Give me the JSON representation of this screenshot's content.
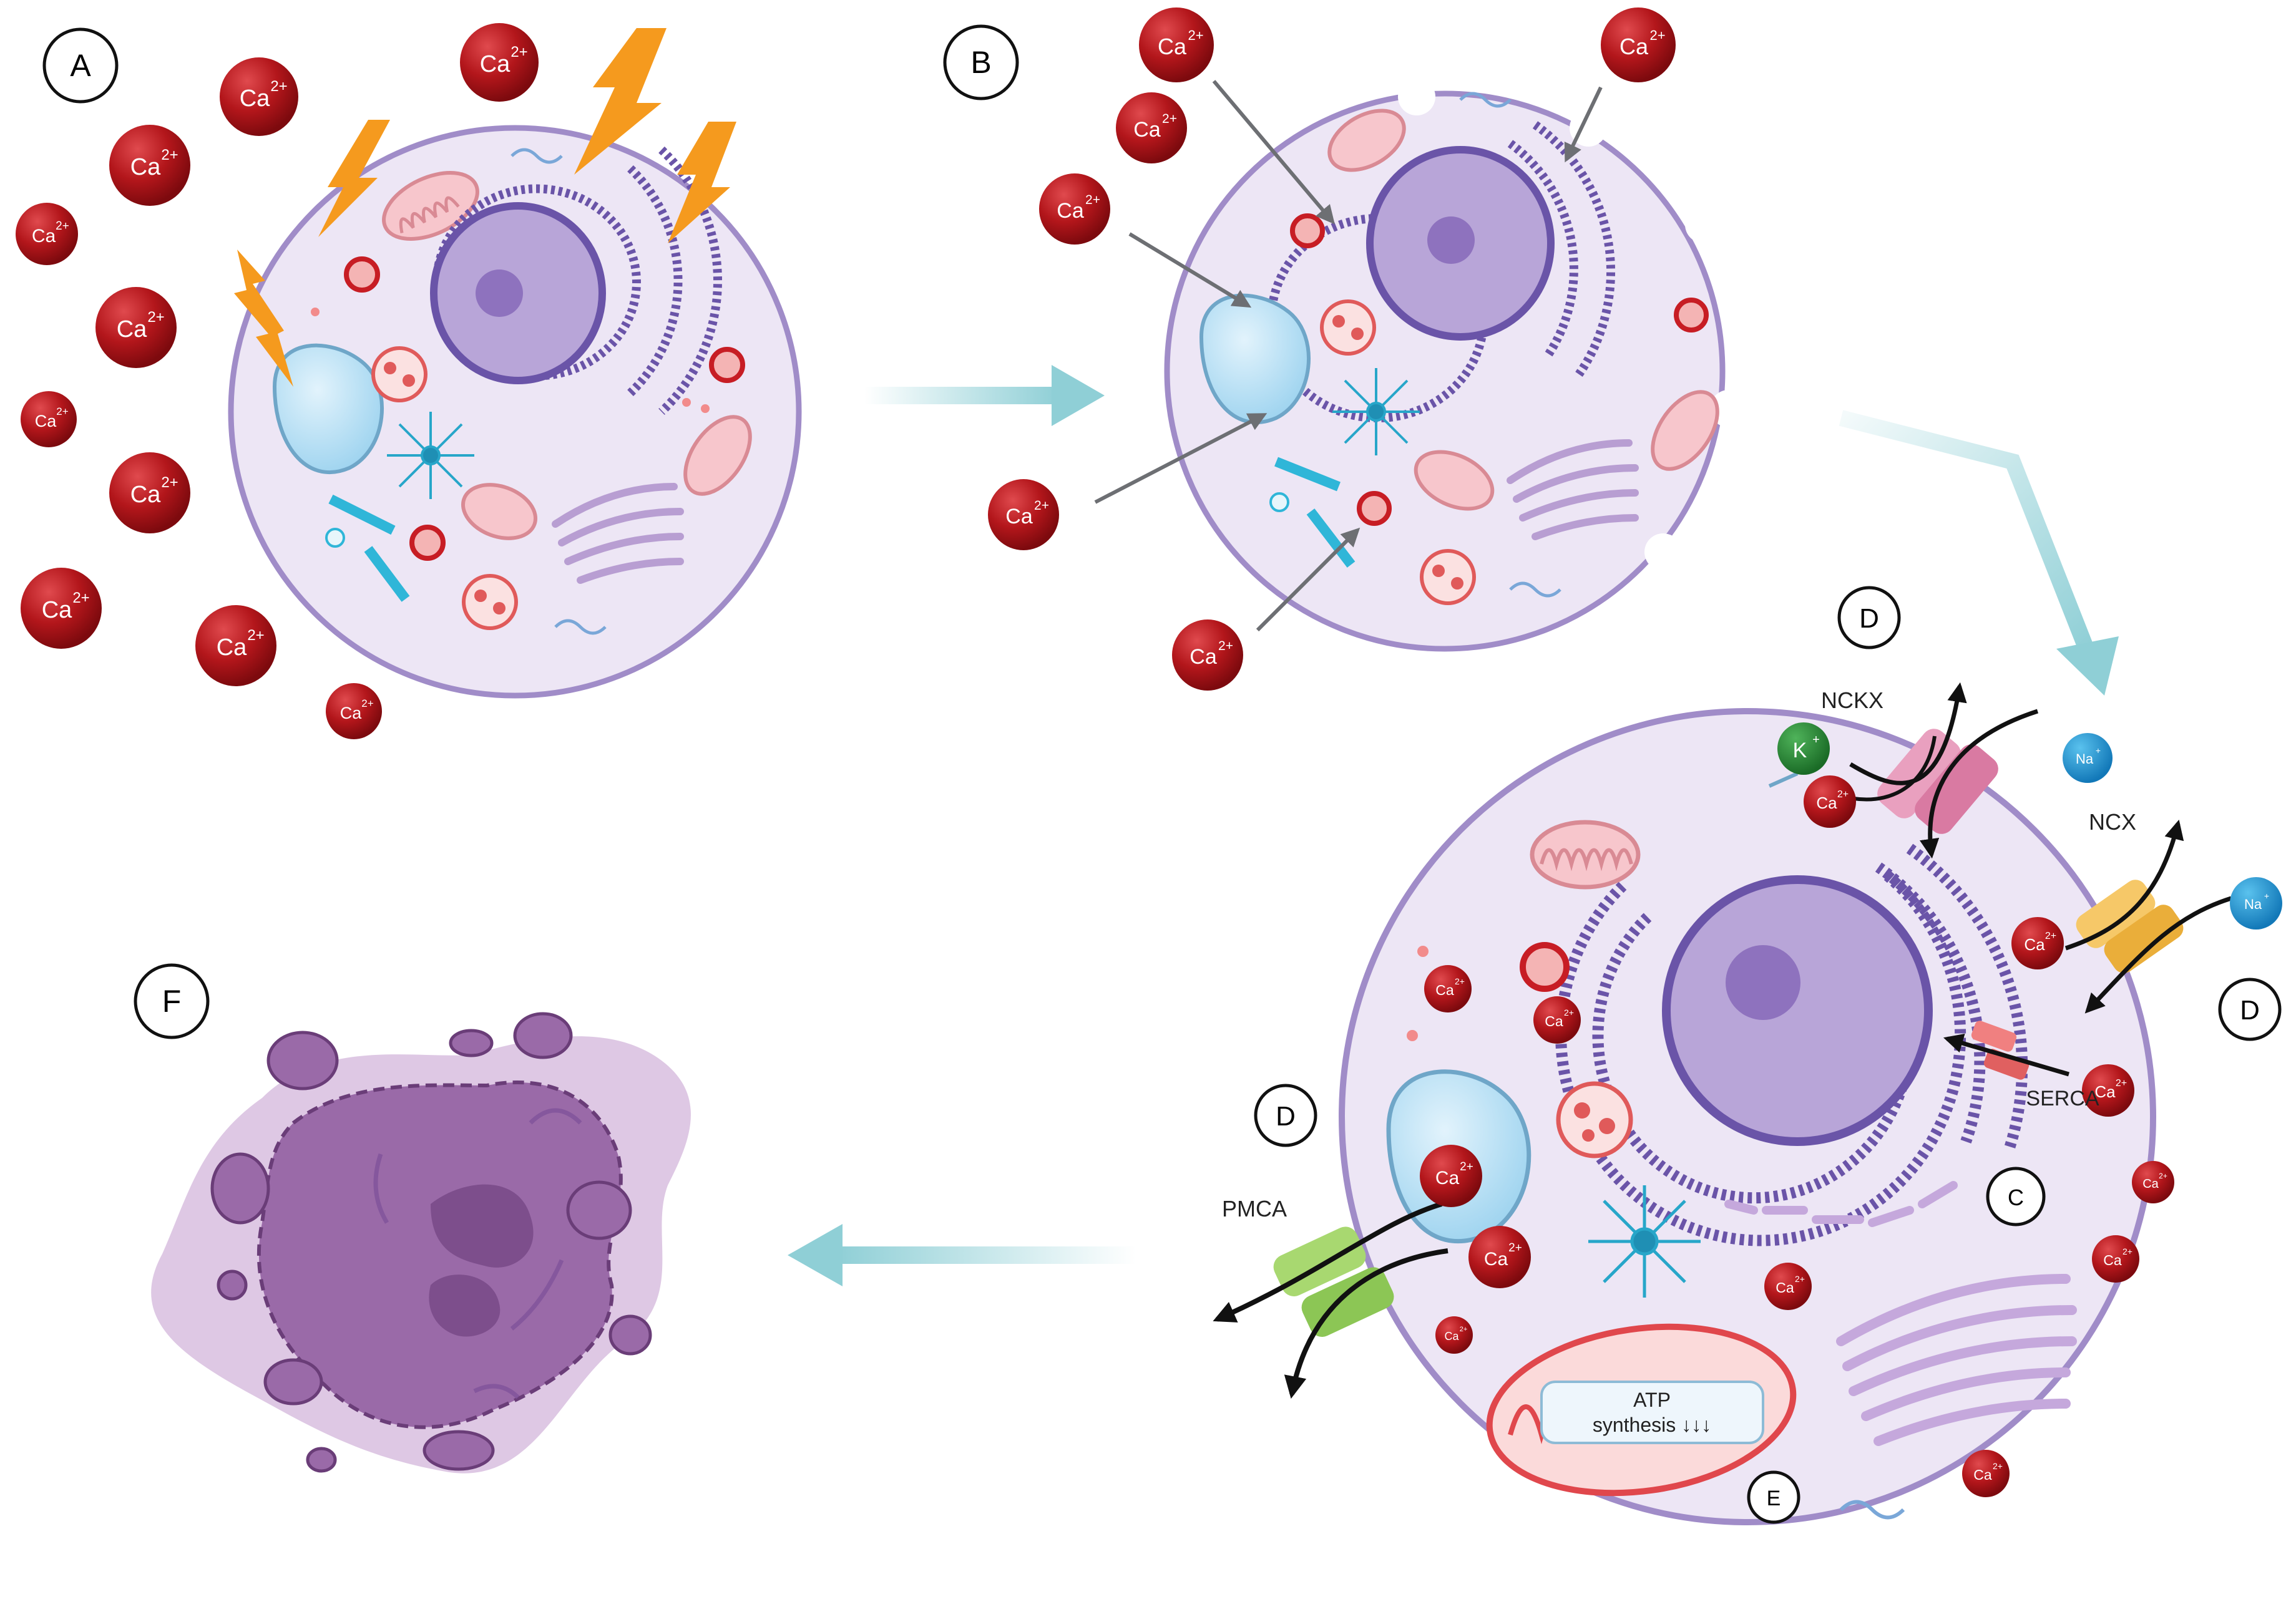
{
  "panels": {
    "a": "A",
    "b": "B",
    "c": "C",
    "d_top": "D",
    "d_right": "D",
    "d_left": "D",
    "e": "E",
    "f": "F"
  },
  "ions": {
    "calcium": "Ca",
    "calcium_charge": "2+",
    "potassium": "K",
    "potassium_charge": "+",
    "sodium": "Na",
    "sodium_charge": "+"
  },
  "transporters": {
    "nckx": "NCKX",
    "ncx": "NCX",
    "serca": "SERCA",
    "pmca": "PMCA"
  },
  "mitochondrion": {
    "line1": "ATP",
    "line2": "synthesis ↓↓↓"
  },
  "colors": {
    "flow_arrow": "#8fcfd6",
    "cell_fill": "#ede6f5",
    "cell_border": "#a08cc8",
    "nucleus": "#8f78c0",
    "er": "#6a54a8",
    "calcium": "#b81c20",
    "lightning": "#f59a1e",
    "dead_cell": "#9a6aa8"
  }
}
